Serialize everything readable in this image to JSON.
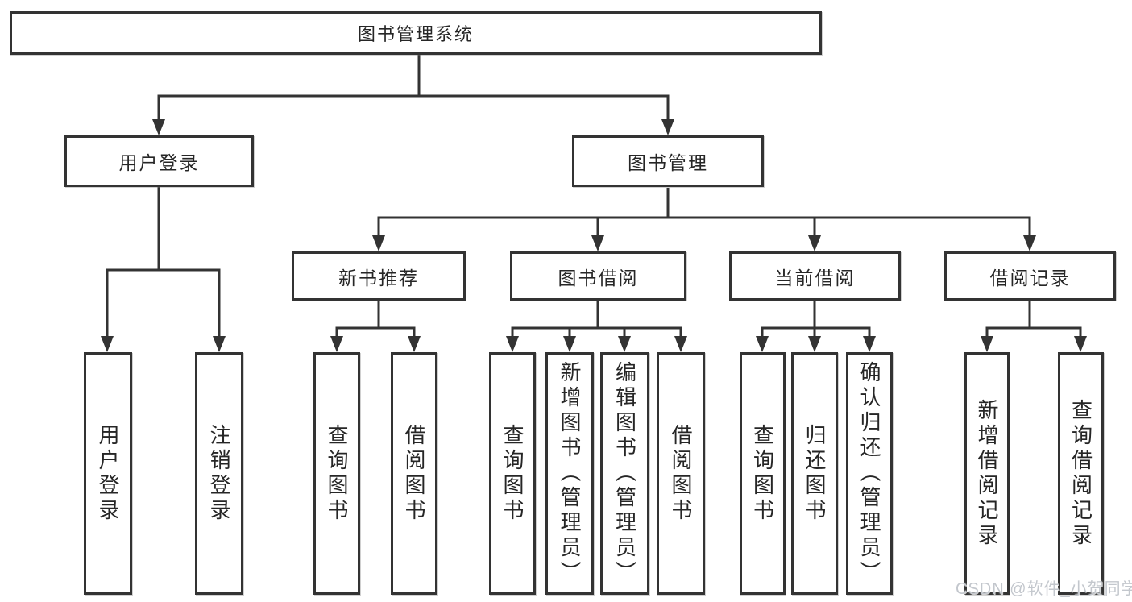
{
  "diagram_type": "hierarchy-tree",
  "tree": {
    "root": {
      "label": "图书管理系统",
      "children": [
        {
          "label": "用户登录",
          "children": [
            {
              "label": "用户登录"
            },
            {
              "label": "注销登录"
            }
          ]
        },
        {
          "label": "图书管理",
          "children": [
            {
              "label": "新书推荐",
              "children": [
                {
                  "label": "查询图书"
                },
                {
                  "label": "借阅图书"
                }
              ]
            },
            {
              "label": "图书借阅",
              "children": [
                {
                  "label": "查询图书"
                },
                {
                  "label": "新增图书（管理员）"
                },
                {
                  "label": "编辑图书（管理员）"
                },
                {
                  "label": "借阅图书"
                }
              ]
            },
            {
              "label": "当前借阅",
              "children": [
                {
                  "label": "查询图书"
                },
                {
                  "label": "归还图书"
                },
                {
                  "label": "确认归还（管理员）"
                }
              ]
            },
            {
              "label": "借阅记录",
              "children": [
                {
                  "label": "新增借阅记录"
                },
                {
                  "label": "查询借阅记录"
                }
              ]
            }
          ]
        }
      ]
    }
  },
  "watermark": "CSDN @软件_小贺同学",
  "colors": {
    "line": "#333333",
    "text": "#262626",
    "background": "#ffffff",
    "watermark": "#c3c7cd"
  }
}
